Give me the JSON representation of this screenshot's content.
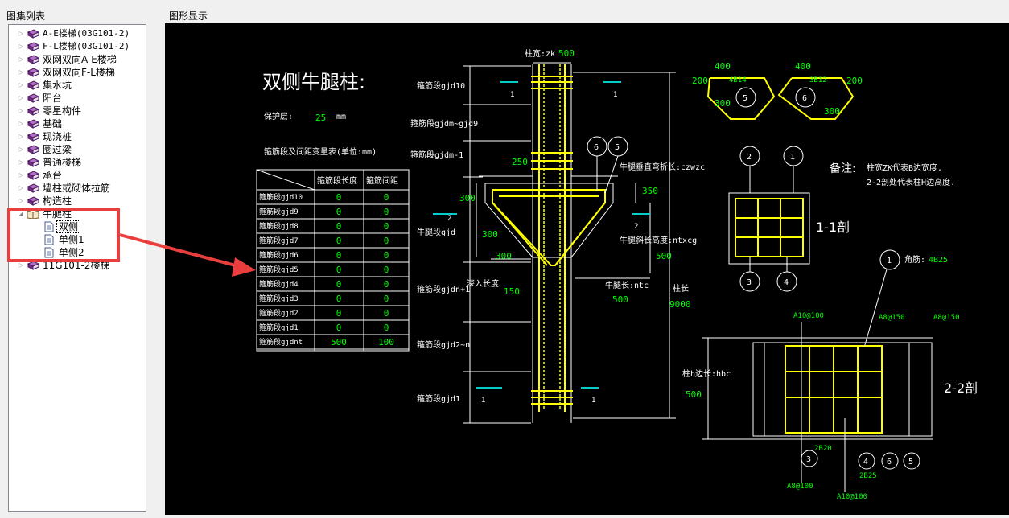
{
  "panels": {
    "left_title": "图集列表",
    "right_title": "图形显示"
  },
  "tree": {
    "items": [
      {
        "label": "A-E楼梯(03G101-2)",
        "mono": true,
        "expander": "▷"
      },
      {
        "label": "F-L楼梯(03G101-2)",
        "mono": true,
        "expander": "▷"
      },
      {
        "label": "双网双向A-E楼梯",
        "expander": "▷"
      },
      {
        "label": "双网双向F-L楼梯",
        "expander": "▷"
      },
      {
        "label": "集水坑",
        "expander": "▷"
      },
      {
        "label": "阳台",
        "expander": "▷"
      },
      {
        "label": "零星构件",
        "expander": "▷"
      },
      {
        "label": "基础",
        "expander": "▷"
      },
      {
        "label": "现浇桩",
        "expander": "▷"
      },
      {
        "label": "圈过梁",
        "expander": "▷"
      },
      {
        "label": "普通楼梯",
        "expander": "▷"
      },
      {
        "label": "承台",
        "expander": "▷"
      },
      {
        "label": "墙柱或砌体拉筋",
        "expander": "▷"
      },
      {
        "label": "构造柱",
        "expander": "▷"
      },
      {
        "label": "牛腿柱",
        "expander": "◢",
        "open": true
      },
      {
        "label": "双侧",
        "leaf": true,
        "selected": true
      },
      {
        "label": "单侧1",
        "leaf": true
      },
      {
        "label": "单侧2",
        "leaf": true
      },
      {
        "label": "11G101-2楼梯",
        "expander": "▷"
      }
    ]
  },
  "drawing": {
    "title": "双侧牛腿柱:",
    "cover_label": "保护层:",
    "cover_value": "25",
    "cover_unit": "mm",
    "table_caption": "箍筋段及间距变量表(单位:mm)",
    "table_headers": [
      "箍筋段长度",
      "箍筋间距"
    ],
    "table_rows": [
      {
        "name": "箍筋段gjd10",
        "len": "0",
        "space": "0"
      },
      {
        "name": "箍筋段gjd9",
        "len": "0",
        "space": "0"
      },
      {
        "name": "箍筋段gjd8",
        "len": "0",
        "space": "0"
      },
      {
        "name": "箍筋段gjd7",
        "len": "0",
        "space": "0"
      },
      {
        "name": "箍筋段gjd6",
        "len": "0",
        "space": "0"
      },
      {
        "name": "箍筋段gjd5",
        "len": "0",
        "space": "0"
      },
      {
        "name": "箍筋段gjd4",
        "len": "0",
        "space": "0"
      },
      {
        "name": "箍筋段gjd3",
        "len": "0",
        "space": "0"
      },
      {
        "name": "箍筋段gjd2",
        "len": "0",
        "space": "0"
      },
      {
        "name": "箍筋段gjd1",
        "len": "0",
        "space": "0"
      },
      {
        "name": "箍筋段gjdnt",
        "len": "500",
        "space": "100"
      }
    ],
    "seg_labels": [
      "箍筋段gjd10",
      "箍筋段gjdm~gjd9",
      "箍筋段gjdm-1",
      "牛腿段gjd",
      "箍筋段gjdn+1",
      "箍筋段gjd2~n",
      "箍筋段gjd1"
    ],
    "col_width_label": "柱宽:zk",
    "col_width_value": "500",
    "dim_250": "250",
    "dim_300a": "300",
    "dim_300b": "300",
    "dim_300c": "300",
    "dim_350": "350",
    "dim_500": "500",
    "dim_150": "150",
    "bend_label": "牛腿垂直弯折长:czwzc",
    "slope_label": "牛腿斜长高度:ntxcg",
    "corbel_len_label": "牛腿长:ntc",
    "corbel_len_value": "500",
    "anchor_label": "深入长度",
    "col_len_label": "柱长",
    "col_len_value": "9000",
    "sec_mark_1": "1",
    "sec_mark_2": "2",
    "rebar5_dims": [
      "400",
      "200",
      "300"
    ],
    "rebar5_spec": "4B14",
    "rebar5_no": "5",
    "rebar6_dims": [
      "400",
      "200",
      "300"
    ],
    "rebar6_spec": "3B12",
    "rebar6_no": "6",
    "note_label": "备注:",
    "note_line1": "柱宽ZK代表B边宽度.",
    "note_line2": "2-2剖处代表柱H边高度.",
    "sec11_label": "1-1剖",
    "sec22_label": "2-2剖",
    "corner_label": "角筋:",
    "corner_spec": "4B25",
    "stirrup_a": "A10@100",
    "stirrup_b": "A8@150",
    "stirrup_c": "A8@150",
    "stirrup_d": "A8@100",
    "stirrup_e": "A10@100",
    "bar_2b20": "2B20",
    "bar_2b25": "2B25",
    "h_label": "柱h边长:hbc",
    "h_value": "500",
    "circles": {
      "c1": "1",
      "c2": "2",
      "c3": "3",
      "c4": "4",
      "c5": "5",
      "c6": "6"
    }
  },
  "colors": {
    "line_white": "#ffffff",
    "line_yellow": "#ffff00",
    "text_green": "#00ff00",
    "cyan": "#00c8c8",
    "highlight_red": "#e63b3b"
  }
}
